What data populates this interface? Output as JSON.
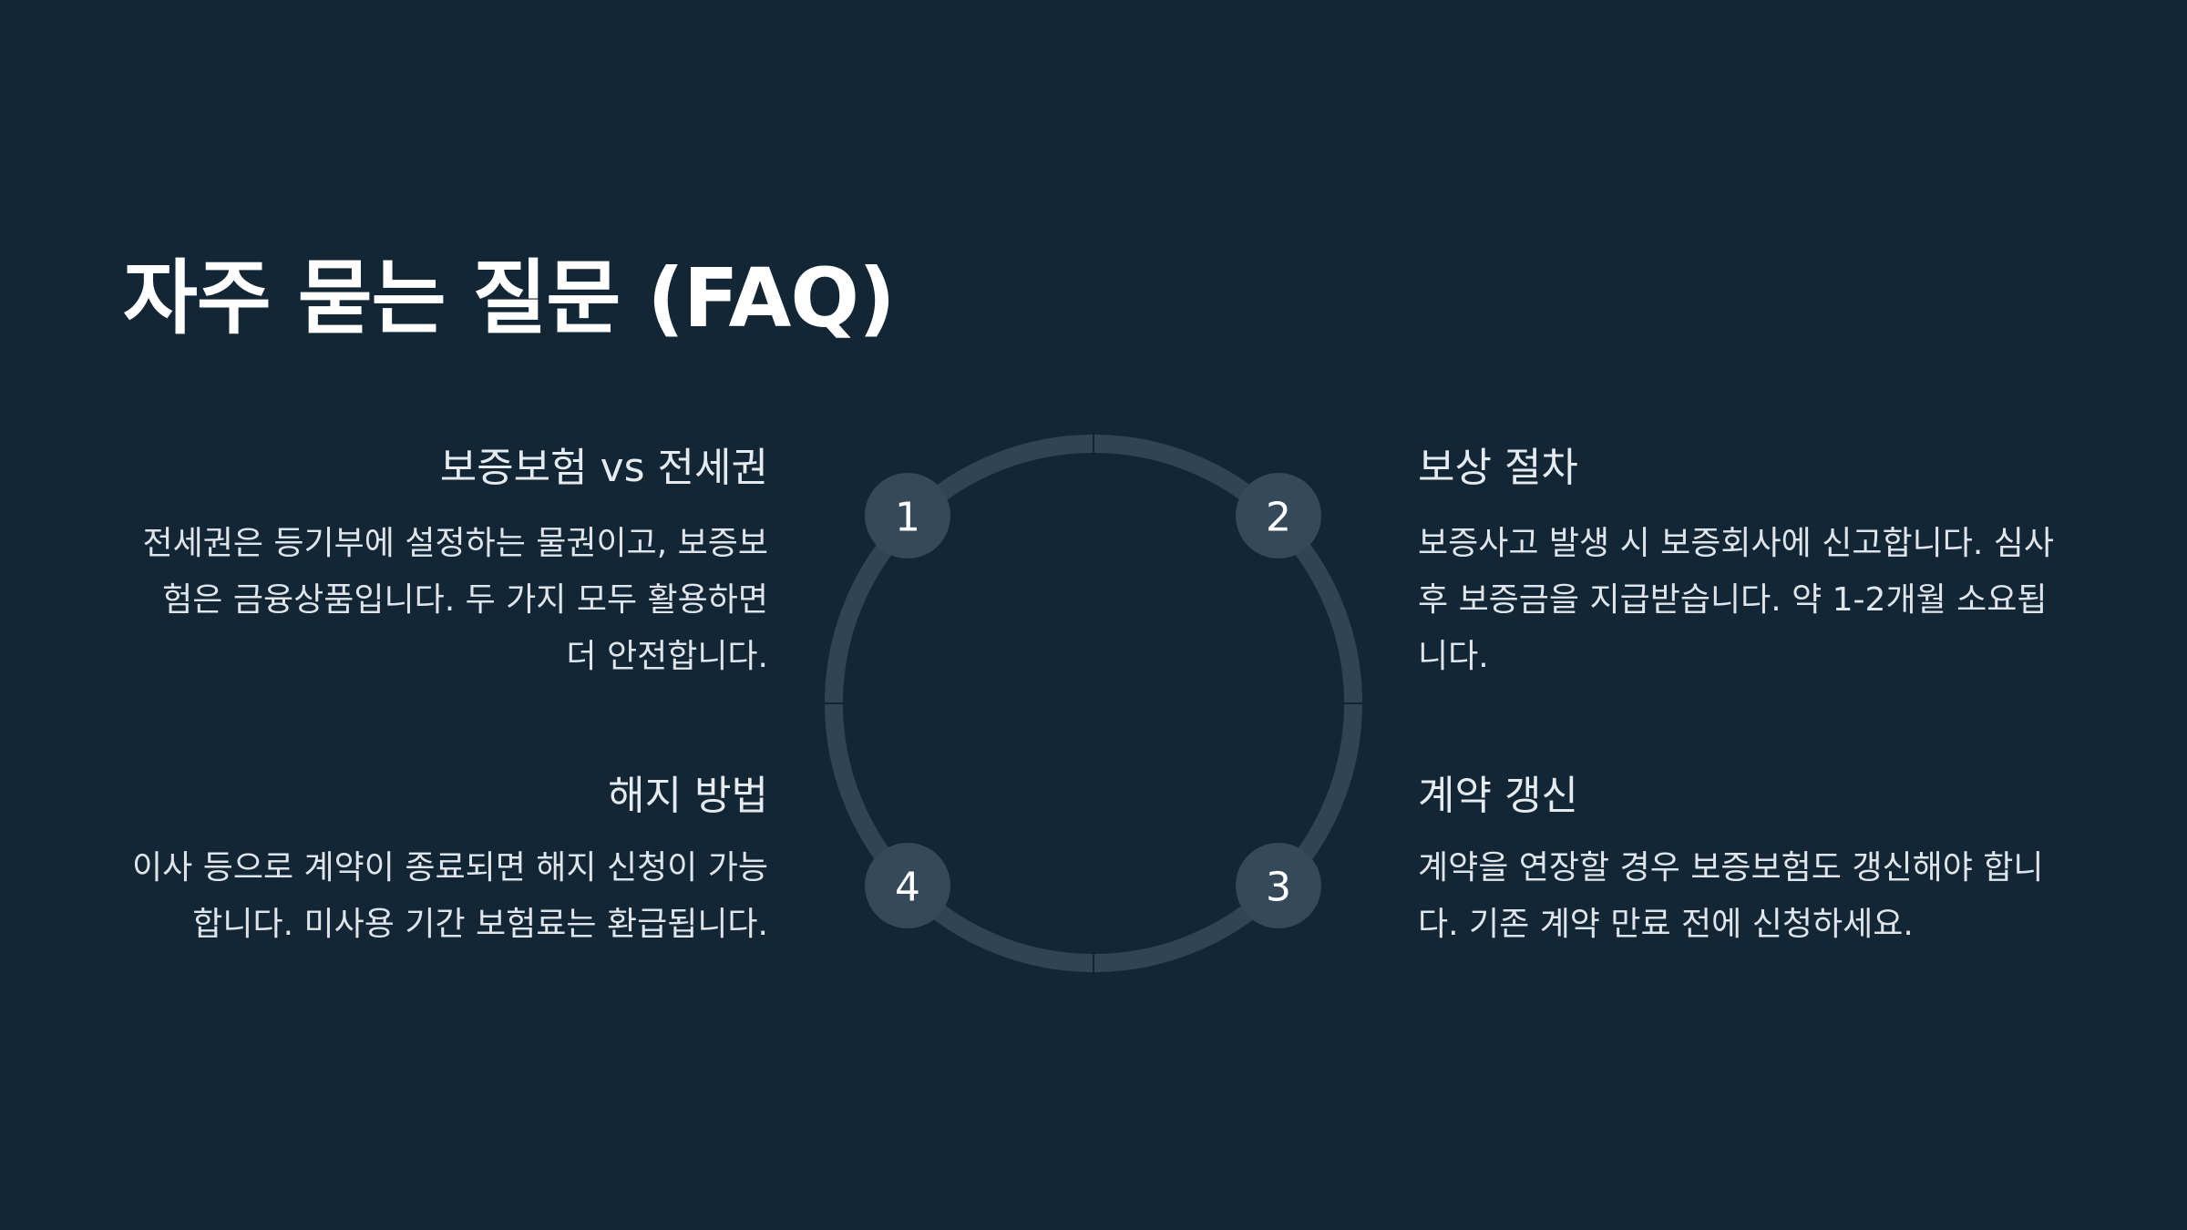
{
  "slide": {
    "title": "자주 묻는 질문 (FAQ)"
  },
  "colors": {
    "background": "#132635",
    "ring": "#2f4555",
    "node": "#34495a",
    "text": "#ffffff"
  },
  "faq": [
    {
      "number": "1",
      "heading": "보증보험 vs 전세권",
      "body": "전세권은 등기부에 설정하는 물권이고, 보증보험은 금융상품입니다. 두 가지 모두 활용하면 더 안전합니다."
    },
    {
      "number": "2",
      "heading": "보상 절차",
      "body": "보증사고 발생 시 보증회사에 신고합니다. 심사 후 보증금을 지급받습니다. 약 1-2개월 소요됩니다."
    },
    {
      "number": "3",
      "heading": "계약 갱신",
      "body": "계약을 연장할 경우 보증보험도 갱신해야 합니다. 기존 계약 만료 전에 신청하세요."
    },
    {
      "number": "4",
      "heading": "해지 방법",
      "body": "이사 등으로 계약이 종료되면 해지 신청이 가능합니다. 미사용 기간 보험료는 환급됩니다."
    }
  ]
}
